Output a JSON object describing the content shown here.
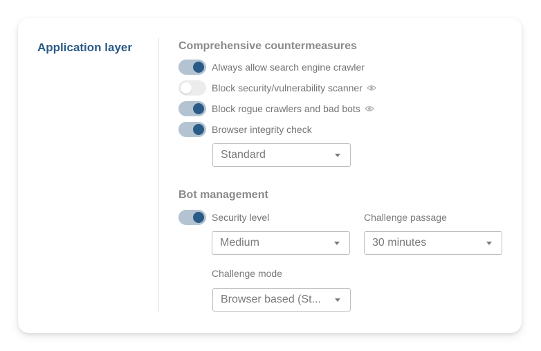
{
  "colors": {
    "accent": "#2a5b87",
    "toggle_track_on": "#b4c3d1",
    "toggle_track_off": "#ececec",
    "muted_text": "#7a7a7a"
  },
  "section": {
    "title": "Application layer"
  },
  "countermeasures": {
    "heading": "Comprehensive countermeasures",
    "items": [
      {
        "label": "Always allow search engine crawler",
        "enabled": true,
        "info_icon": false
      },
      {
        "label": "Block security/vulnerability scanner",
        "enabled": false,
        "info_icon": true,
        "icon": "eye-icon"
      },
      {
        "label": "Block rogue crawlers and bad bots",
        "enabled": true,
        "info_icon": true,
        "icon": "eye-icon"
      },
      {
        "label": "Browser integrity check",
        "enabled": true,
        "info_icon": false
      }
    ],
    "integrity_select": {
      "value": "Standard"
    }
  },
  "bot_management": {
    "heading": "Bot management",
    "security_level": {
      "label": "Security level",
      "enabled": true,
      "value": "Medium"
    },
    "challenge_passage": {
      "label": "Challenge passage",
      "value": "30 minutes"
    },
    "challenge_mode": {
      "label": "Challenge mode",
      "value": "Browser based (St..."
    }
  }
}
